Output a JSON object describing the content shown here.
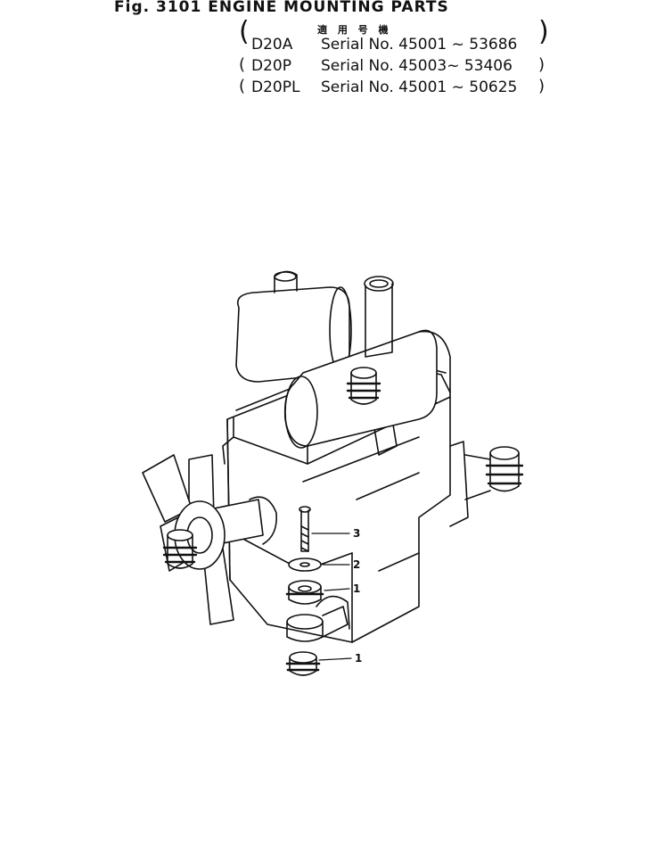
{
  "header": {
    "title": "Fig. 3101 ENGINE MOUNTING PARTS",
    "applicable_label": "適 用 号 機"
  },
  "serials": [
    {
      "model": "D20A",
      "serial": "Serial No. 45001 ~ 53686"
    },
    {
      "model": "D20P",
      "serial": "Serial No. 45003~ 53406"
    },
    {
      "model": "D20PL",
      "serial": "Serial No. 45001 ~ 50625"
    }
  ],
  "callouts": {
    "bolt": "3",
    "washer": "2",
    "upper_mount": "1",
    "lower_mount": "1"
  }
}
